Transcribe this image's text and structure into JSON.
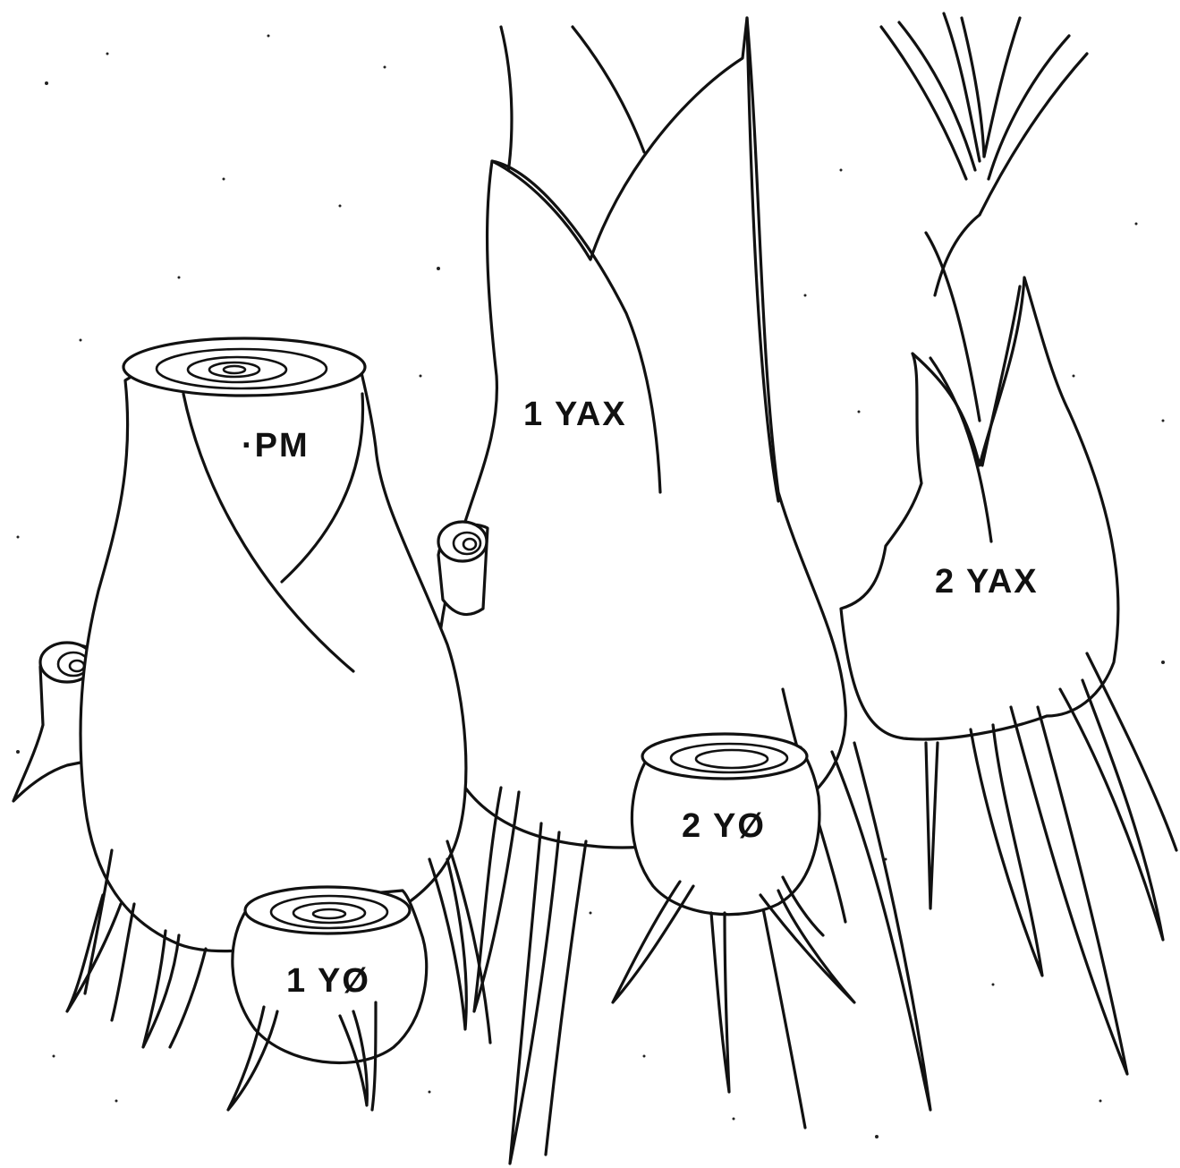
{
  "diagram": {
    "labels": {
      "pm": "·PM",
      "one_yax": "1 YAX",
      "two_yax": "2 YAX",
      "one_yo": "1 YØ",
      "two_yo": "2 YØ"
    },
    "colors": {
      "ink": "#111111",
      "paper": "#ffffff"
    }
  }
}
